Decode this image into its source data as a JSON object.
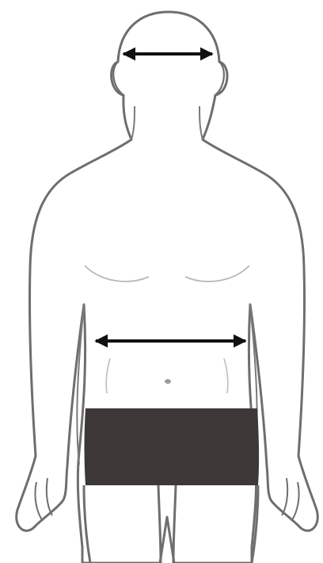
{
  "diagram": {
    "subject": "body-outline-front",
    "measurements": [
      {
        "name": "head-width",
        "icon": "double-headed-arrow"
      },
      {
        "name": "waist-width",
        "icon": "double-headed-arrow"
      }
    ]
  },
  "colors": {
    "background": "#ffffff",
    "outline": "#6e6e6e",
    "arrow": "#111111",
    "shorts": "#3d3837"
  }
}
